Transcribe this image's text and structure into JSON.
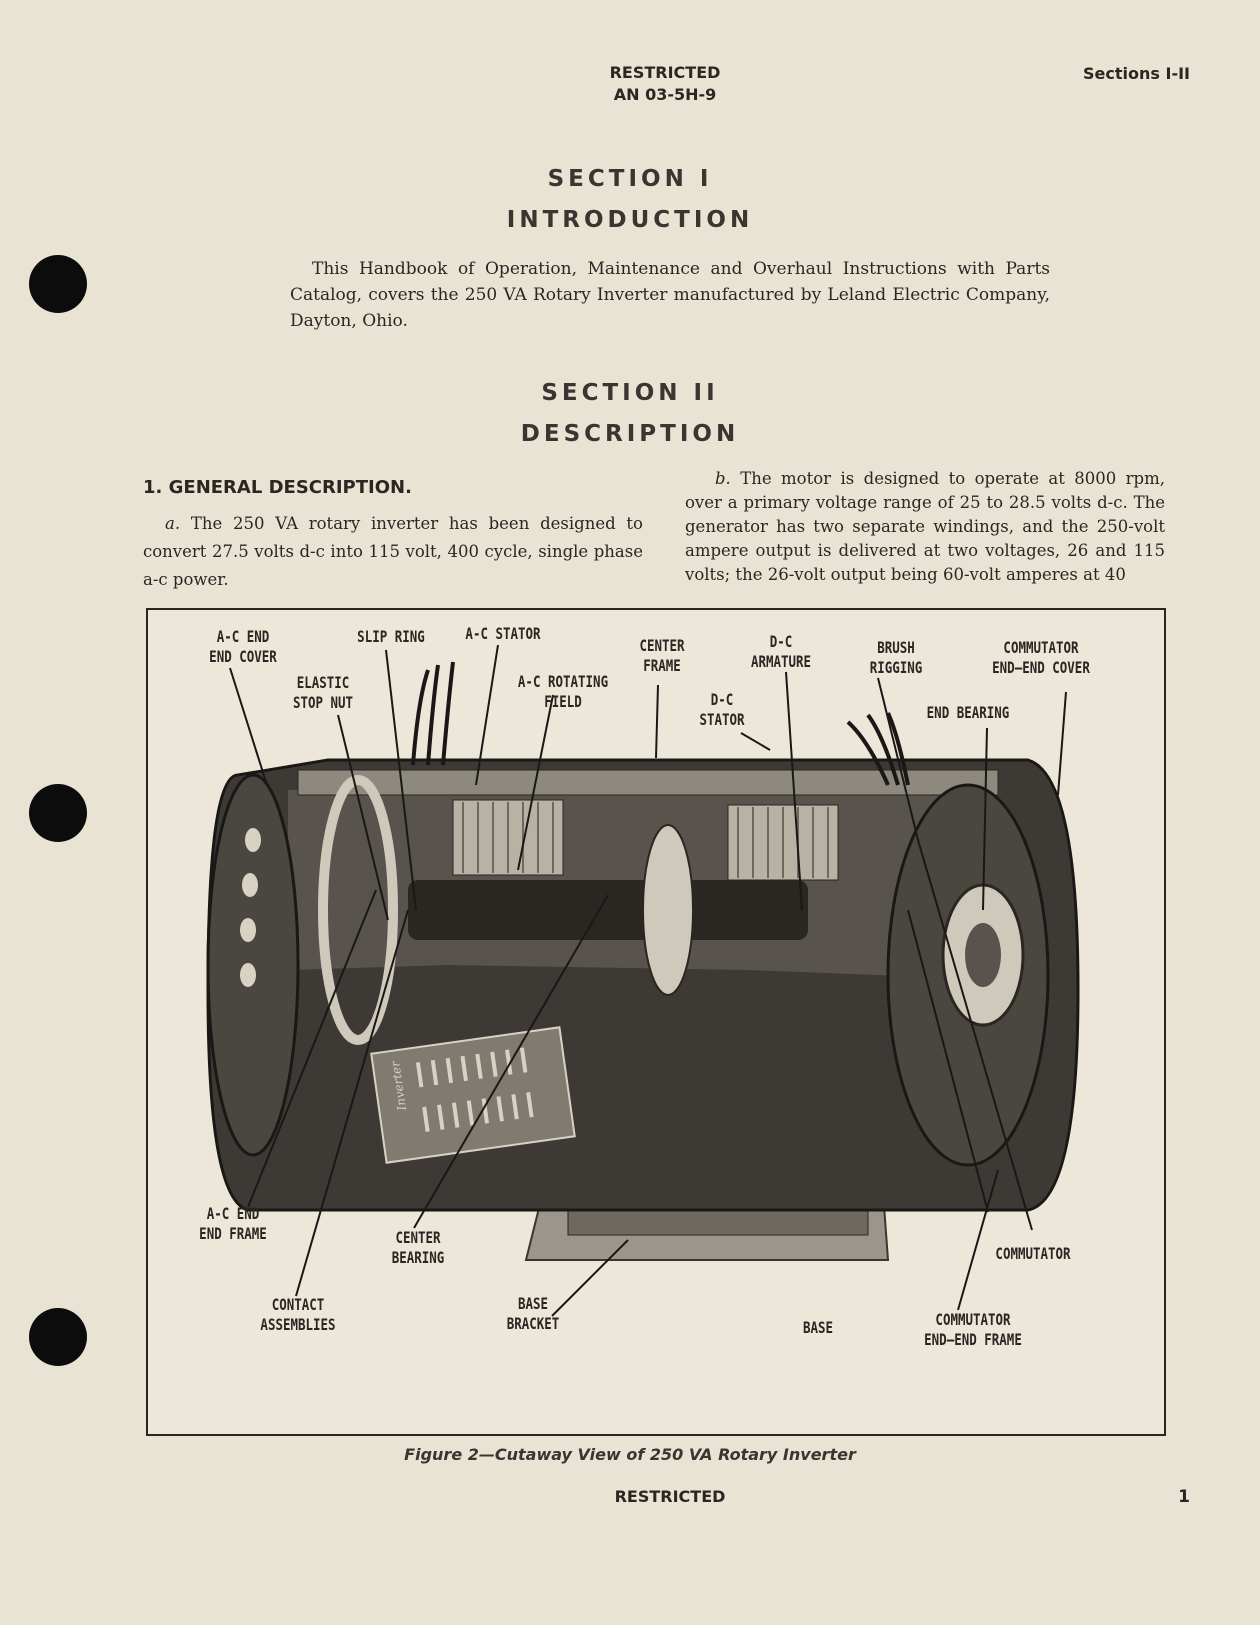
{
  "header": {
    "classification": "RESTRICTED",
    "doc_number": "AN 03-5H-9",
    "sections": "Sections I-II"
  },
  "section1": {
    "number": "SECTION I",
    "title": "INTRODUCTION",
    "text": "This Handbook of Operation, Maintenance and Overhaul Instructions with Parts Catalog, covers the 250 VA Rotary Inverter manufactured by Leland Electric Company, Dayton, Ohio."
  },
  "section2": {
    "number": "SECTION II",
    "title": "DESCRIPTION",
    "heading": "1. GENERAL DESCRIPTION.",
    "para_a_marker": "a.",
    "para_a": "The 250 VA rotary inverter has been designed to convert 27.5 volts d-c into 115 volt, 400 cycle, single phase a-c power.",
    "para_b_marker": "b.",
    "para_b": "The motor is designed to operate at 8000 rpm, over a primary voltage range of 25 to 28.5 volts d-c. The generator has two separate windings, and the 250-volt ampere output is delivered at two voltages, 26 and 115 volts; the 26-volt output being 60-volt amperes at 40"
  },
  "figure": {
    "caption": "Figure 2—Cutaway View of 250 VA Rotary Inverter",
    "nameplate_text": "Inverter",
    "labels": {
      "ac_end_cover_1": "A-C END",
      "ac_end_cover_2": "END COVER",
      "elastic_stop_nut_1": "ELASTIC",
      "elastic_stop_nut_2": "STOP NUT",
      "slip_ring": "SLIP RING",
      "ac_stator": "A-C STATOR",
      "ac_rotating_field_1": "A-C ROTATING",
      "ac_rotating_field_2": "FIELD",
      "center_frame_1": "CENTER",
      "center_frame_2": "FRAME",
      "dc_stator_1": "D-C",
      "dc_stator_2": "STATOR",
      "dc_armature_1": "D-C",
      "dc_armature_2": "ARMATURE",
      "brush_rigging_1": "BRUSH",
      "brush_rigging_2": "RIGGING",
      "end_bearing": "END BEARING",
      "commutator_end_cover_1": "COMMUTATOR",
      "commutator_end_cover_2": "END—END COVER",
      "ac_end_frame_1": "A-C END",
      "ac_end_frame_2": "END FRAME",
      "center_bearing_1": "CENTER",
      "center_bearing_2": "BEARING",
      "contact_assemblies_1": "CONTACT",
      "contact_assemblies_2": "ASSEMBLIES",
      "base_bracket_1": "BASE",
      "base_bracket_2": "BRACKET",
      "base": "BASE",
      "commutator": "COMMUTATOR",
      "commutator_end_frame_1": "COMMUTATOR",
      "commutator_end_frame_2": "END—END FRAME"
    }
  },
  "footer": {
    "classification": "RESTRICTED",
    "page_number": "1"
  }
}
